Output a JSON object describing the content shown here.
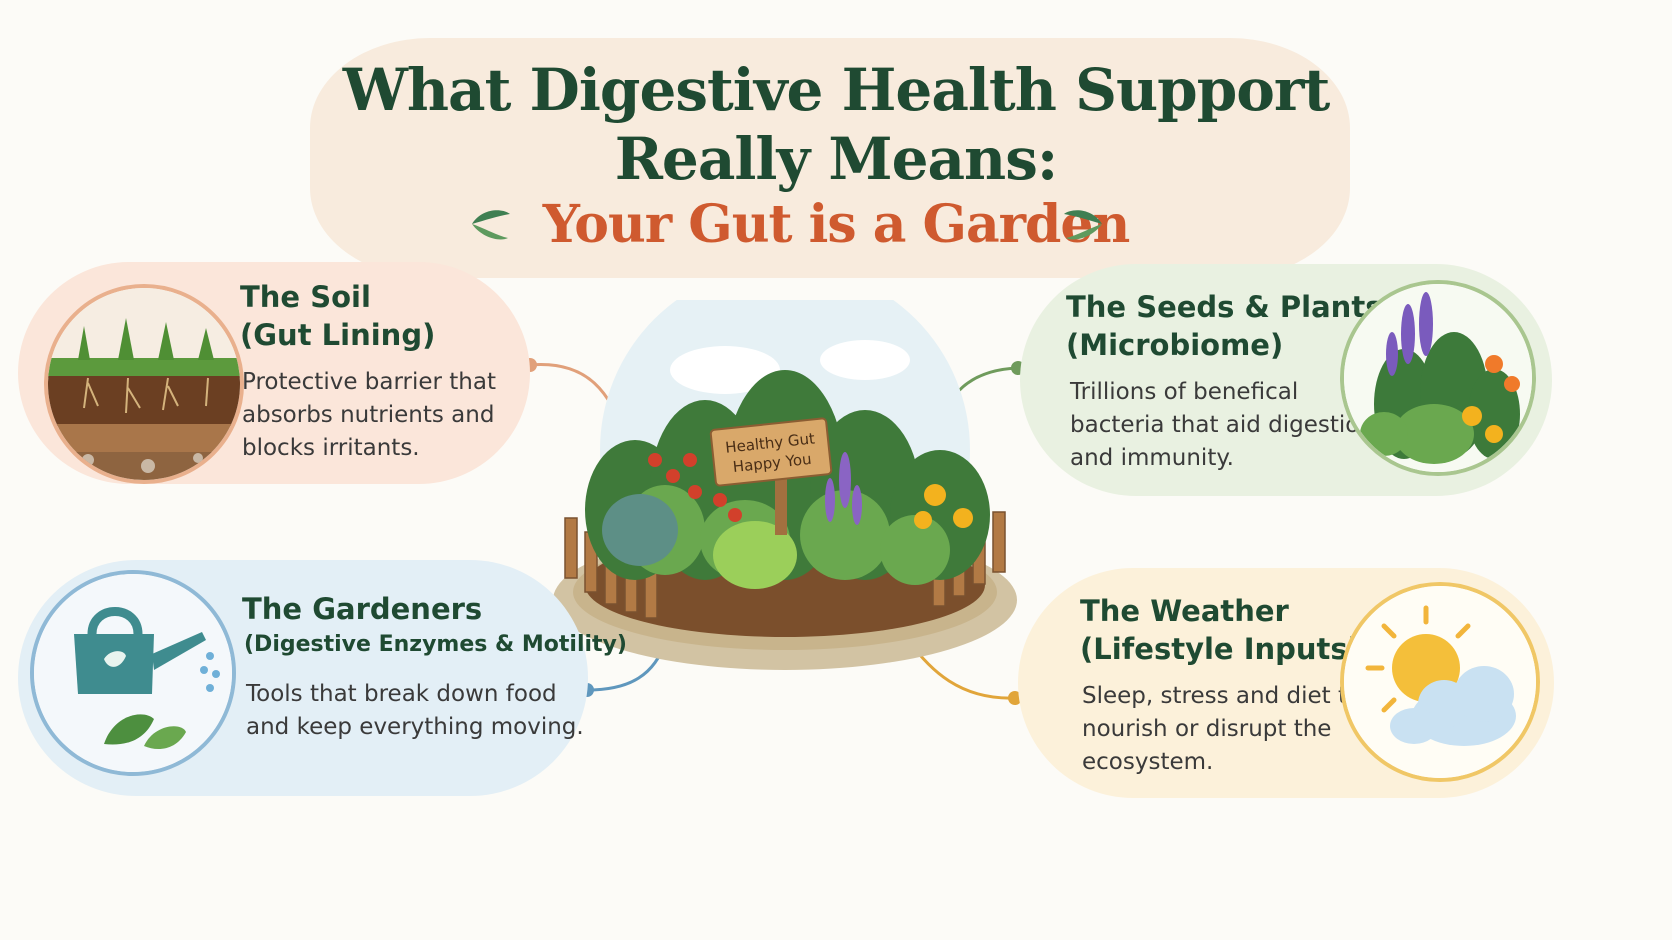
{
  "header": {
    "title_line1": "What Digestive Health Support",
    "title_line2": "Really Means:",
    "subtitle": "Your Gut is a Garden"
  },
  "center": {
    "sign_line1": "Healthy Gut",
    "sign_line2": "Happy You"
  },
  "cards": {
    "soil": {
      "title": "The Soil",
      "subtitle": "(Gut Lining)",
      "body": [
        "Protective barrier that",
        "absorbs nutrients and",
        "blocks irritants."
      ],
      "icon": "soil-cross-section-icon",
      "color": "#e7a47a"
    },
    "gardeners": {
      "title": "The Gardeners",
      "subtitle": "(Digestive Enzymes & Motility)",
      "body": [
        "Tools that break down food",
        "and keep everything moving."
      ],
      "icon": "watering-can-icon",
      "color": "#6fa3c3"
    },
    "seeds": {
      "title": "The Seeds & Plants",
      "subtitle": "(Microbiome)",
      "body": [
        "Trillions of benefical",
        "bacteria that aid digestion",
        "and immunity."
      ],
      "icon": "plants-flowers-icon",
      "color": "#7fa36a"
    },
    "weather": {
      "title": "The Weather",
      "subtitle": "(Lifestyle Inputs)",
      "body": [
        "Sleep, stress and diet that",
        "nourish or disrupt the",
        "ecosystem."
      ],
      "icon": "sun-cloud-icon",
      "color": "#e8b84a"
    }
  }
}
